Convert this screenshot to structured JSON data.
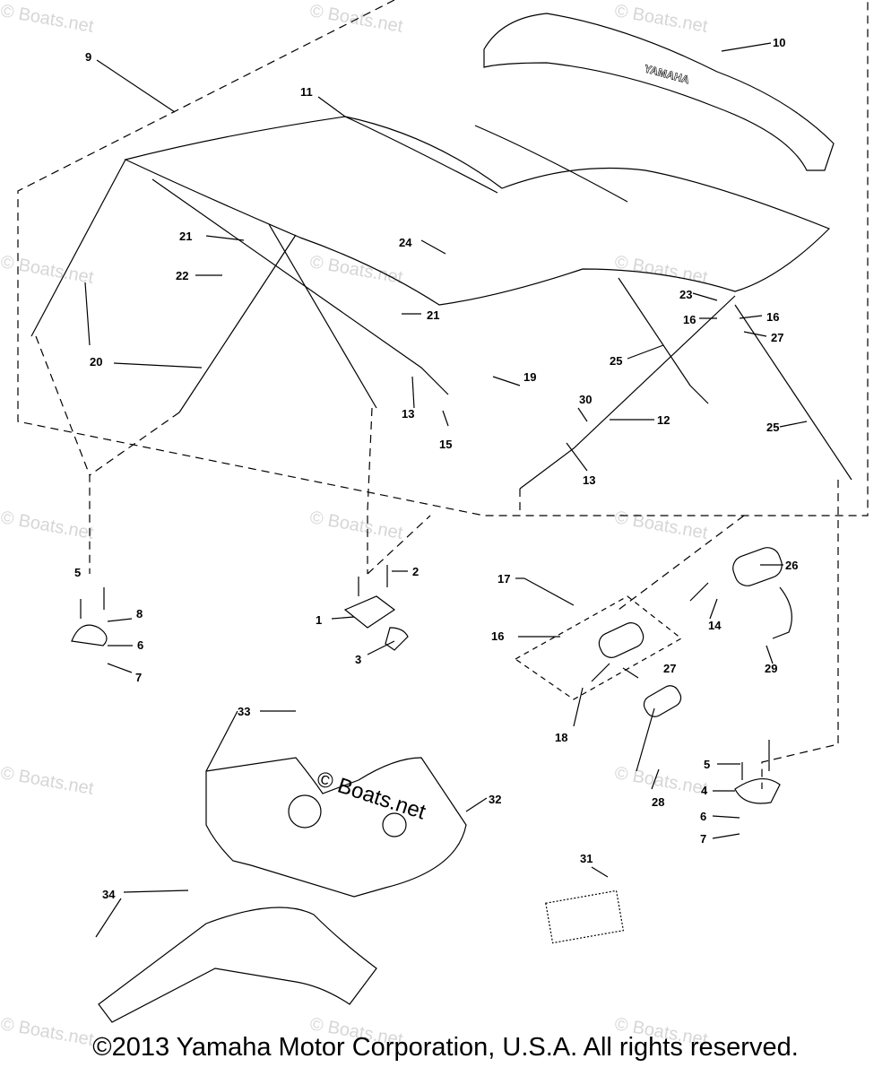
{
  "watermark_text": "© Boats.net",
  "center_watermark_text": "© Boats.net",
  "brand_text": "YAMAHA",
  "copyright": "©2013 Yamaha Motor Corporation, U.S.A. All rights reserved.",
  "callouts": {
    "c1": "1",
    "c2": "2",
    "c3": "3",
    "c4": "4",
    "c5a": "5",
    "c5b": "5",
    "c6a": "6",
    "c6b": "6",
    "c7a": "7",
    "c7b": "7",
    "c8": "8",
    "c9": "9",
    "c10": "10",
    "c11": "11",
    "c12": "12",
    "c13a": "13",
    "c13b": "13",
    "c14": "14",
    "c15": "15",
    "c16a": "16",
    "c16b": "16",
    "c16c": "16",
    "c17": "17",
    "c18": "18",
    "c19": "19",
    "c20": "20",
    "c21a": "21",
    "c21b": "21",
    "c22": "22",
    "c23": "23",
    "c24": "24",
    "c25a": "25",
    "c25b": "25",
    "c26": "26",
    "c27a": "27",
    "c27b": "27",
    "c28": "28",
    "c29": "29",
    "c30": "30",
    "c31": "31",
    "c32": "32",
    "c33": "33",
    "c34": "34"
  }
}
